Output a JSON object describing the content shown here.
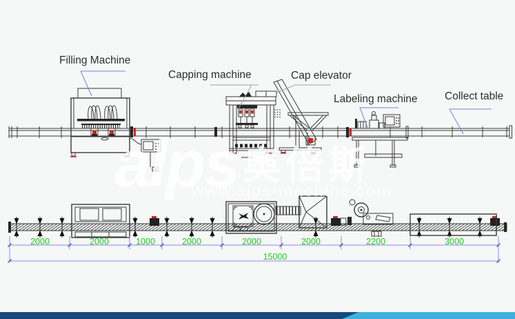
{
  "drawing": {
    "machine_labels": {
      "filling": "Filling Machine",
      "capping": "Capping machine",
      "cap_elevator": "Cap elevator",
      "labeling": "Labeling machine",
      "collect": "Collect table"
    },
    "dimensions_mm": {
      "segments": [
        "2000",
        "2000",
        "1000",
        "2000",
        "2000",
        "2000",
        "2200",
        "3000"
      ],
      "total": "15000"
    }
  },
  "watermark": {
    "brand_latin": "alps",
    "brand_cjk": "奥倍斯",
    "website": "www.alps-machine.com"
  },
  "colors": {
    "dimension_text": "#1ecb1e",
    "dimension_line": "#8c8cdb",
    "leader_blue": "#7d7dd4",
    "leader_gray": "#a3a3a3",
    "drawing_line": "#3a3a3a",
    "accent_red": "#c9281c",
    "footer_navy": "#17497b",
    "footer_cyan": "#3fb0dd",
    "background": "#f6f7f7"
  }
}
